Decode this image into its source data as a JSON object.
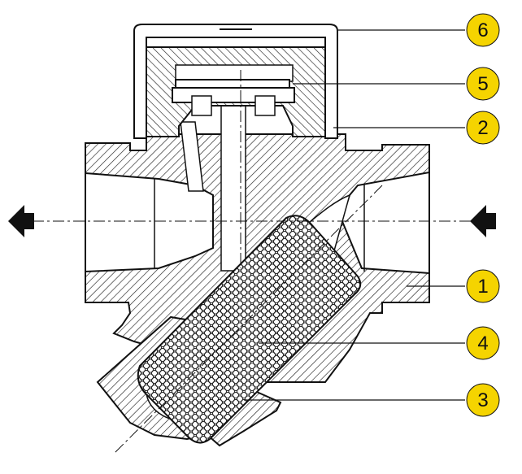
{
  "callouts": [
    {
      "label": "6",
      "part": "cap"
    },
    {
      "label": "5",
      "part": "disc"
    },
    {
      "label": "2",
      "part": "cover"
    },
    {
      "label": "1",
      "part": "body"
    },
    {
      "label": "4",
      "part": "strainer-screen"
    },
    {
      "label": "3",
      "part": "strainer-cap"
    }
  ],
  "colors": {
    "callout_fill": "#f5d400",
    "line": "#111111",
    "background": "#ffffff",
    "cavity": "#ffffff"
  },
  "flow_arrows": [
    "outlet-arrow",
    "inlet-arrow"
  ]
}
